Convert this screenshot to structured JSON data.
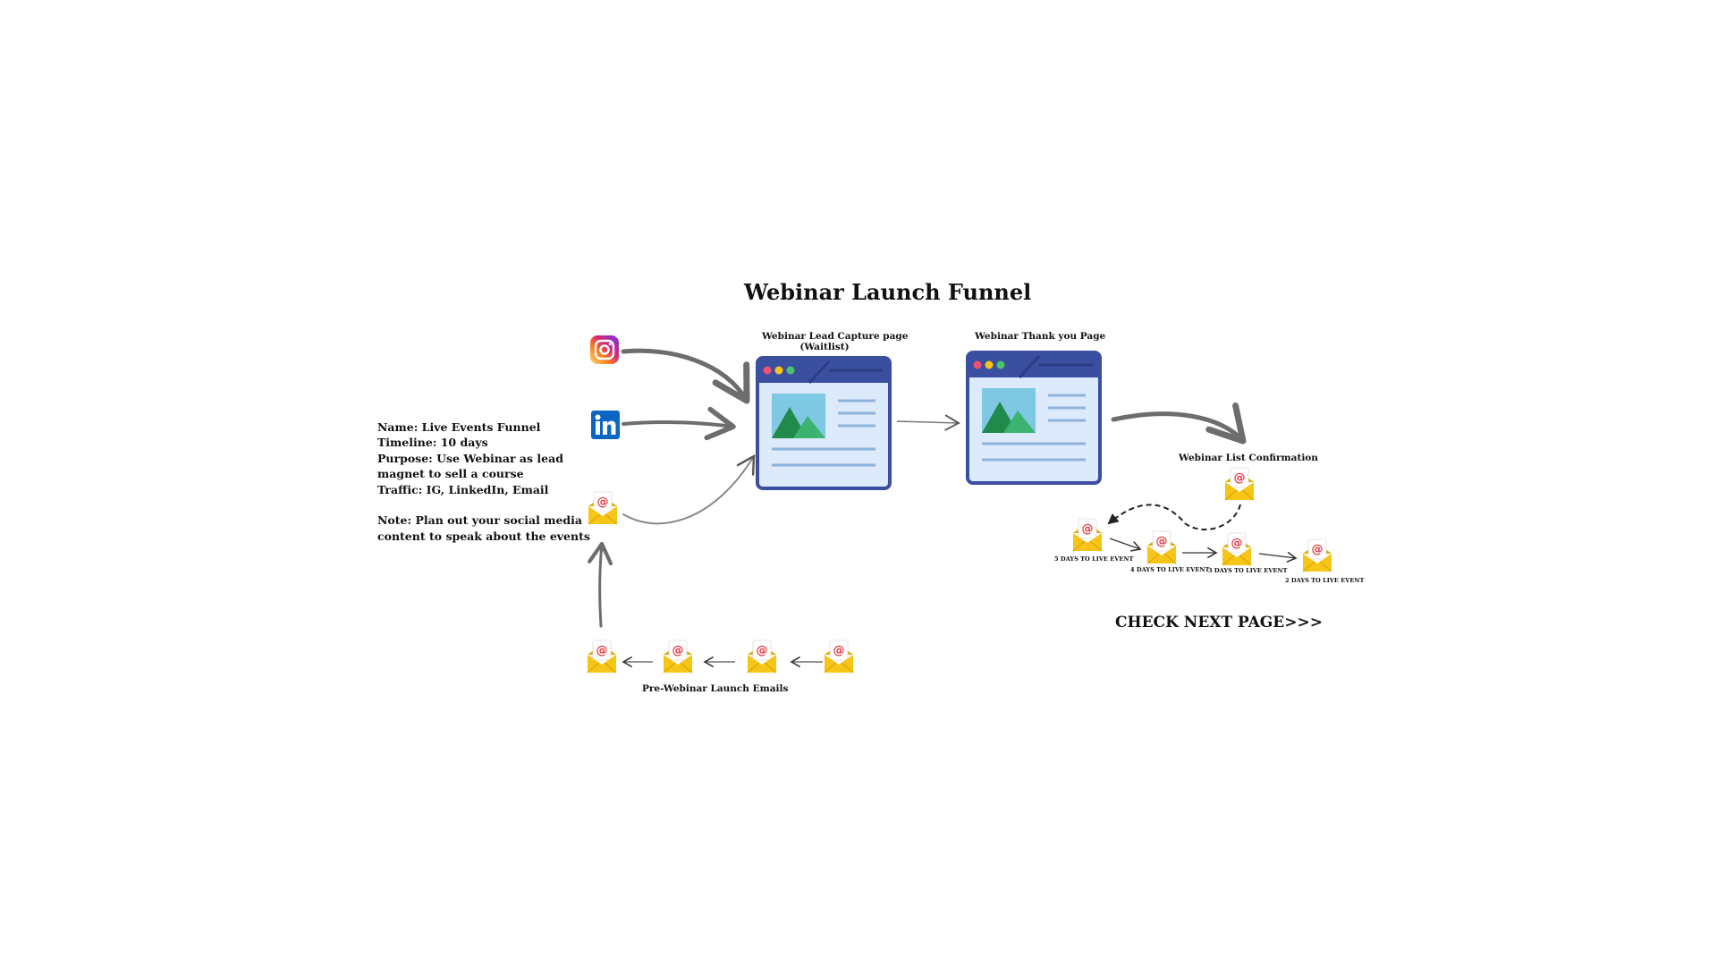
{
  "title": "Webinar Launch Funnel",
  "info": {
    "name": "Name: Live Events Funnel",
    "timeline": "Timeline: 10 days",
    "purpose_1": "Purpose: Use Webinar as  lead",
    "purpose_2": "magnet to sell a course",
    "traffic": "Traffic: IG, LinkedIn, Email",
    "note_1": "Note: Plan out your social media",
    "note_2": "content to speak about the events"
  },
  "pages": {
    "lead_capture_1": "Webinar Lead Capture page",
    "lead_capture_2": "(Waitlist)",
    "thank_you": "Webinar Thank you Page"
  },
  "confirmation": "Webinar List Confirmation",
  "countdown": [
    "5 DAYS TO  LIVE EVENT",
    "4 DAYS TO LIVE EVENT",
    "3 DAYS TO LIVE EVENT",
    "2 DAYS TO LIVE EVENT"
  ],
  "pre_launch": "Pre-Webinar Launch Emails",
  "check_next": "CHECK NEXT PAGE>>>",
  "sources": {
    "instagram": "instagram-icon",
    "linkedin": "in",
    "email": "email-icon"
  },
  "colors": {
    "browser_frame": "#3a4fa0",
    "browser_body": "#dceafb",
    "mountain_dark": "#1f8a4c",
    "mountain_light": "#3cb371",
    "image_sky": "#7ec8e3",
    "envelope": "#f5c518",
    "at_sign": "#e63946",
    "linkedin_blue": "#0a66c2",
    "arrow_gray": "#6d6d6d"
  }
}
